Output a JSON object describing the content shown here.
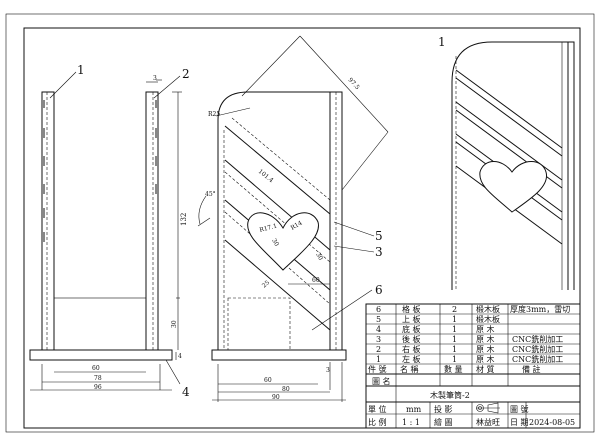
{
  "callouts": {
    "c1": "1",
    "c2": "2",
    "c3": "3",
    "c4": "4",
    "c5": "5",
    "c6": "6",
    "detail": "1"
  },
  "front": {
    "dim_top": "3",
    "dim_height": "132",
    "dim_base_h": "30",
    "dim_60": "60",
    "dim_78": "78",
    "dim_96": "96",
    "dim_small": "4"
  },
  "side": {
    "dim_r25": "R25",
    "dim_long": "97.5",
    "dim_diag": "101.4",
    "dim_45": "45°",
    "dim_r17": "R17.1",
    "dim_r14": "R14",
    "dim_30a": "30",
    "dim_30b": "30",
    "dim_60s": "60",
    "dim_25": "25",
    "dim_60b": "60",
    "dim_80": "80",
    "dim_90": "90",
    "dim_3": "3"
  },
  "table": {
    "rows": [
      {
        "no": "6",
        "name": "格  板",
        "qty": "2",
        "mat": "椴木板",
        "note": "厚度3mm，雷切"
      },
      {
        "no": "5",
        "name": "上  板",
        "qty": "1",
        "mat": "椴木板",
        "note": ""
      },
      {
        "no": "4",
        "name": "底  板",
        "qty": "1",
        "mat": "原  木",
        "note": ""
      },
      {
        "no": "3",
        "name": "後  板",
        "qty": "1",
        "mat": "原  木",
        "note": "CNC銑削加工"
      },
      {
        "no": "2",
        "name": "右  板",
        "qty": "1",
        "mat": "原  木",
        "note": "CNC銑削加工"
      },
      {
        "no": "1",
        "name": "左  板",
        "qty": "1",
        "mat": "原  木",
        "note": "CNC銑削加工"
      }
    ],
    "header": {
      "no": "件  號",
      "name": "名  稱",
      "qty": "數  量",
      "mat": "材  質",
      "note": "備   註"
    },
    "title_label": "圖 名",
    "title_value": "木製筆筒-2",
    "unit_label": "單  位",
    "unit_value": "mm",
    "proj_label": "投  影",
    "drawno_label": "圖  號",
    "drawno_value": "",
    "scale_label": "比  例",
    "scale_value": "1 : 1",
    "drawer_label": "繪  圖",
    "drawer_value": "林益旺",
    "date_label": "日  期",
    "date_value": "2024-08-05"
  }
}
